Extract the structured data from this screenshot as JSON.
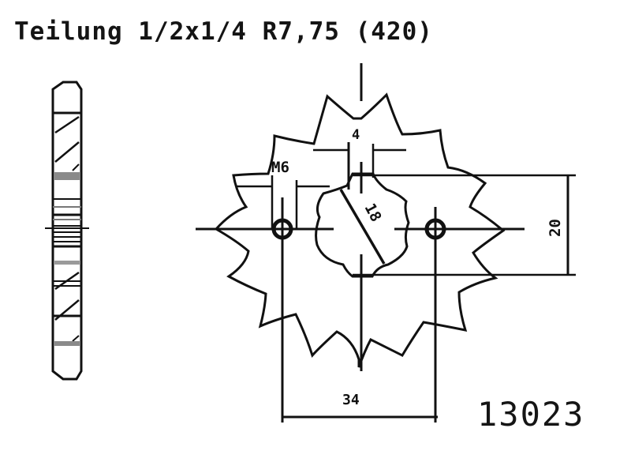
{
  "header": {
    "title": "Teilung 1/2x1/4 R7,75 (420)"
  },
  "part_number": "13023",
  "dimensions": {
    "thread": "M6",
    "spline_width": "4",
    "spline_diameter": "18",
    "bolt_height": "20",
    "bolt_spacing": "34"
  },
  "sprocket": {
    "teeth": 14,
    "views": [
      "side-profile",
      "front-view"
    ]
  },
  "colors": {
    "line": "#111111",
    "background": "#ffffff",
    "gray_band": "#8a8a8a"
  }
}
